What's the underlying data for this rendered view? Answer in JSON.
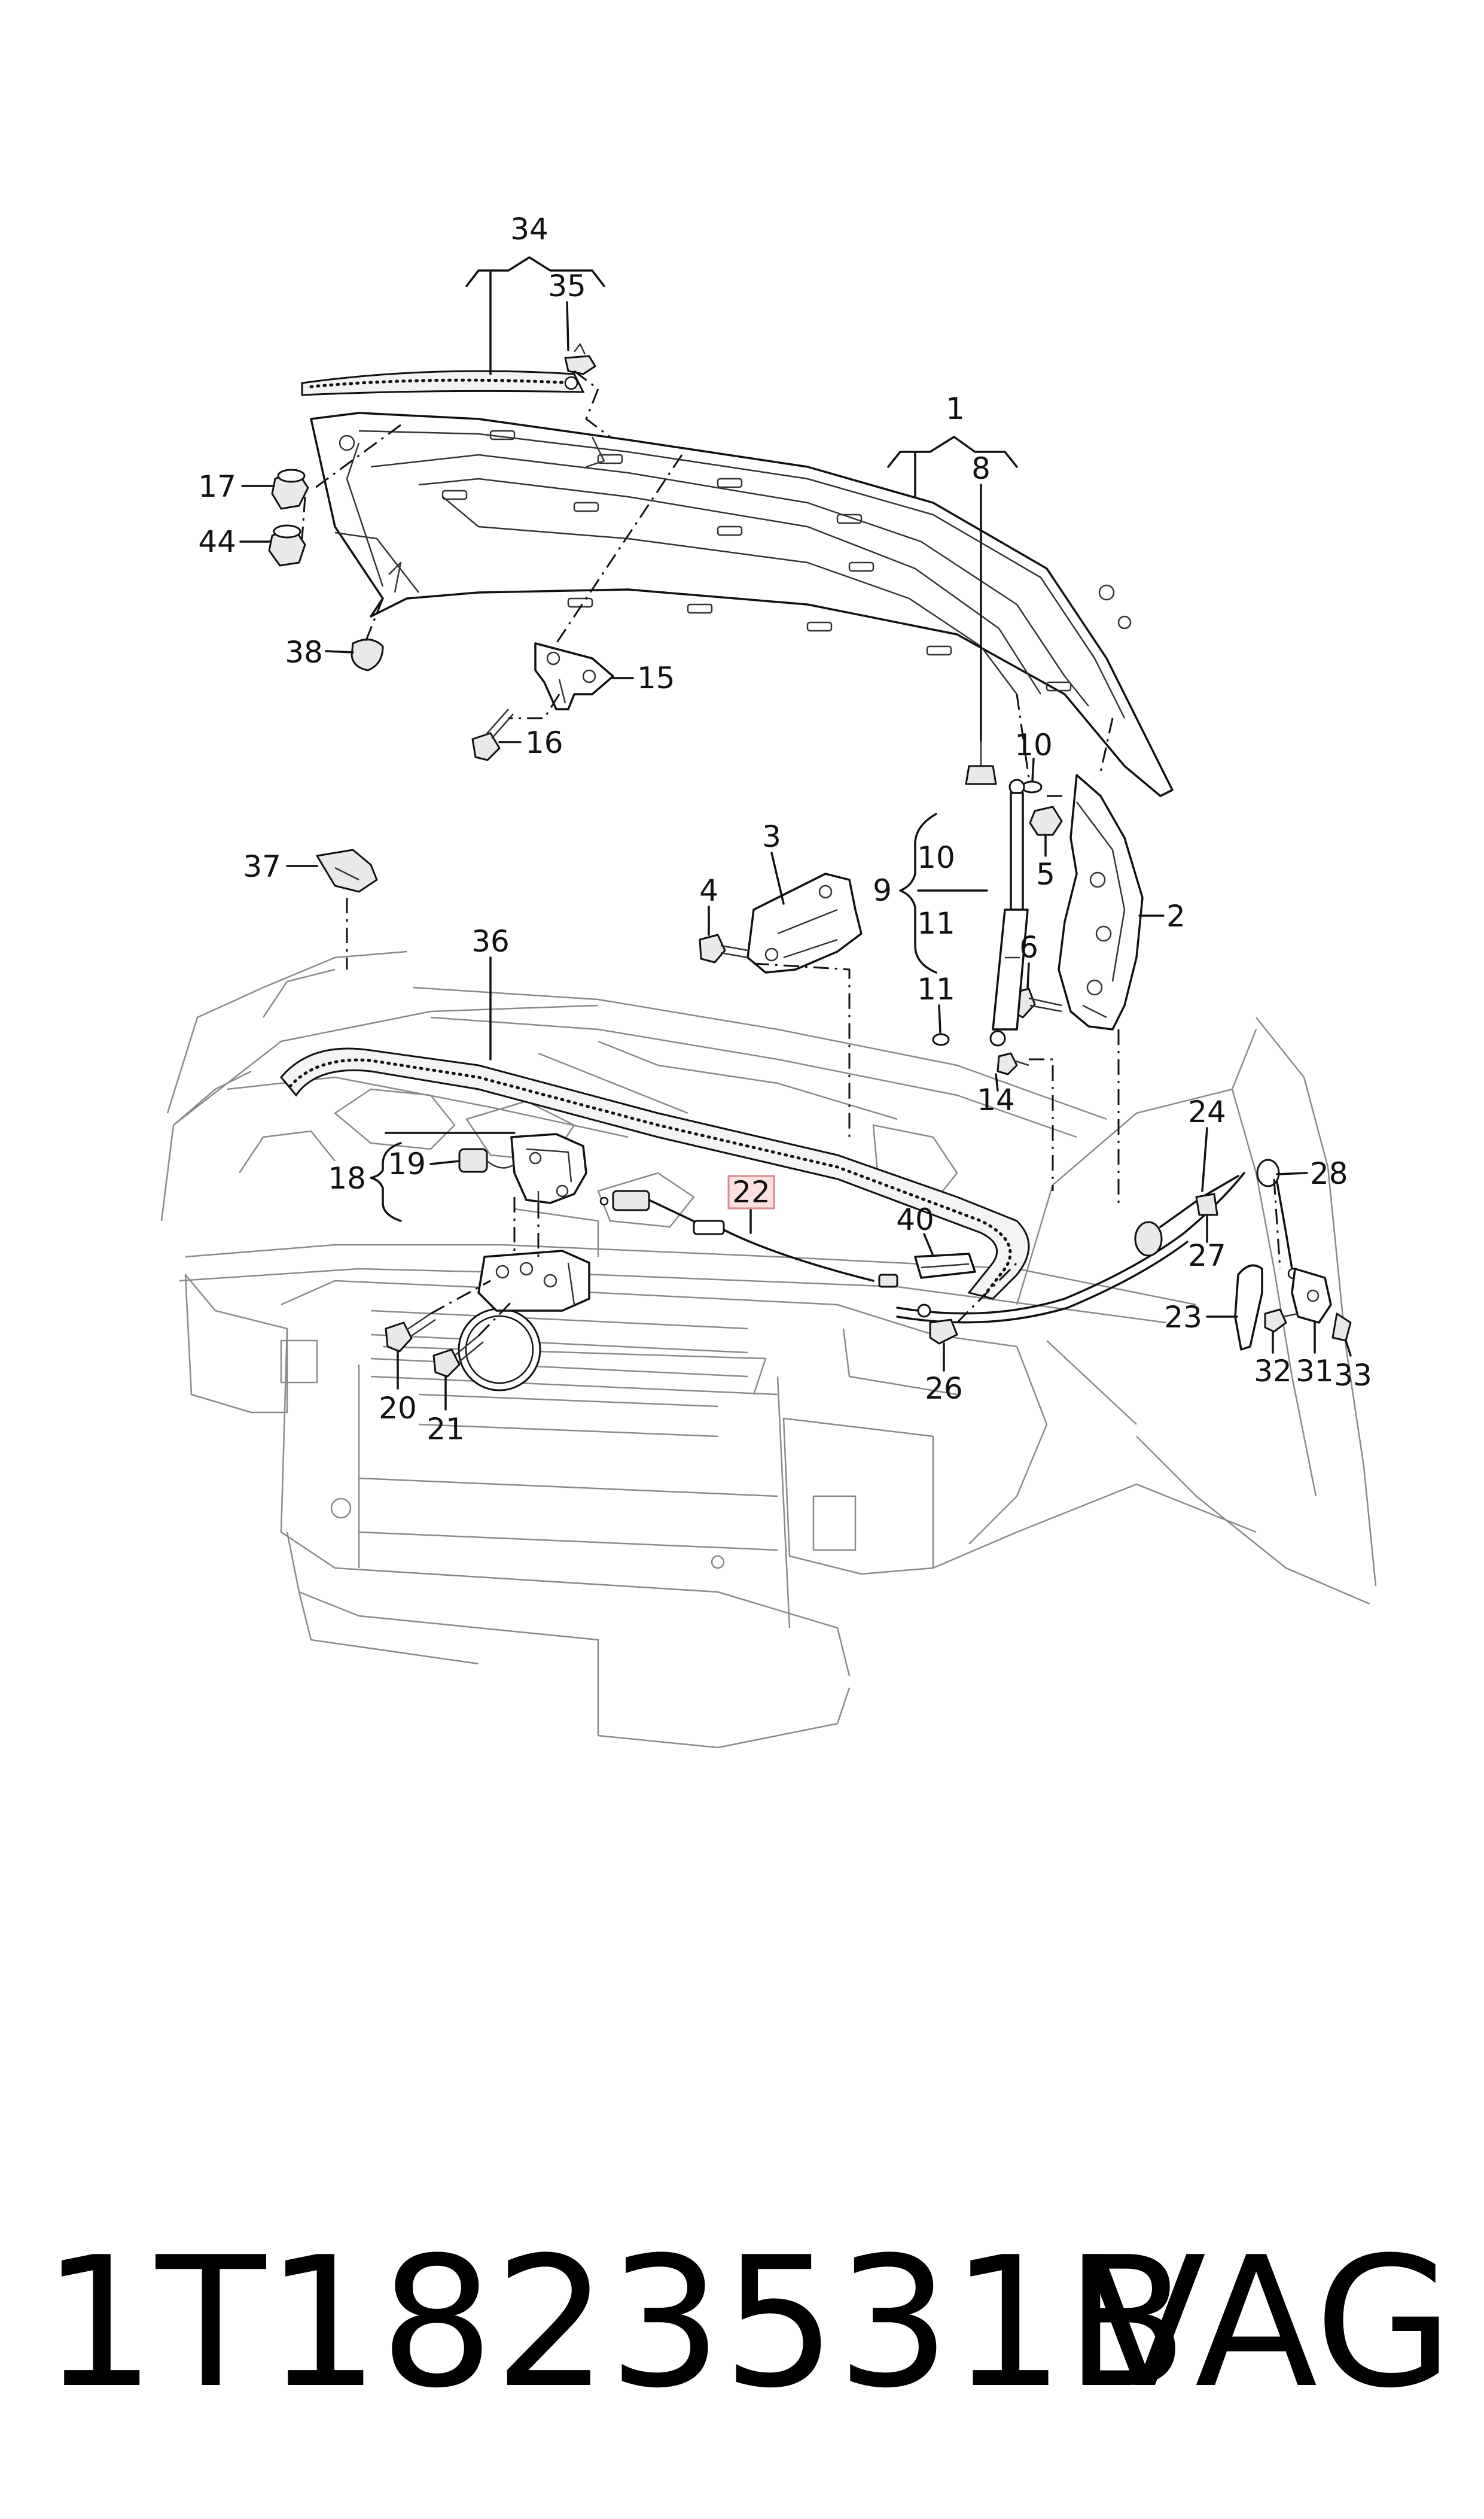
{
  "callouts": [
    {
      "id": "34",
      "label": "34"
    },
    {
      "id": "35",
      "label": "35"
    },
    {
      "id": "1",
      "label": "1"
    },
    {
      "id": "8",
      "label": "8"
    },
    {
      "id": "17",
      "label": "17"
    },
    {
      "id": "44",
      "label": "44"
    },
    {
      "id": "38",
      "label": "38"
    },
    {
      "id": "15",
      "label": "15"
    },
    {
      "id": "16",
      "label": "16"
    },
    {
      "id": "10a",
      "label": "10"
    },
    {
      "id": "5",
      "label": "5"
    },
    {
      "id": "2",
      "label": "2"
    },
    {
      "id": "37",
      "label": "37"
    },
    {
      "id": "3",
      "label": "3"
    },
    {
      "id": "4",
      "label": "4"
    },
    {
      "id": "9",
      "label": "9"
    },
    {
      "id": "10b",
      "label": "10"
    },
    {
      "id": "11a",
      "label": "11"
    },
    {
      "id": "11b",
      "label": "11"
    },
    {
      "id": "6",
      "label": "6"
    },
    {
      "id": "36",
      "label": "36"
    },
    {
      "id": "14",
      "label": "14"
    },
    {
      "id": "24",
      "label": "24"
    },
    {
      "id": "28",
      "label": "28"
    },
    {
      "id": "18",
      "label": "18"
    },
    {
      "id": "19",
      "label": "19"
    },
    {
      "id": "22",
      "label": "22",
      "highlight": true
    },
    {
      "id": "40",
      "label": "40"
    },
    {
      "id": "27",
      "label": "27"
    },
    {
      "id": "23",
      "label": "23"
    },
    {
      "id": "32",
      "label": "32"
    },
    {
      "id": "31",
      "label": "31"
    },
    {
      "id": "33",
      "label": "33"
    },
    {
      "id": "26",
      "label": "26"
    },
    {
      "id": "20",
      "label": "20"
    },
    {
      "id": "21",
      "label": "21"
    }
  ],
  "footer": {
    "part_number": "1T1823531B",
    "brand": "VAG"
  },
  "colors": {
    "line": "#111111",
    "highlight_fill": "#fde0e0",
    "highlight_stroke": "#d98a8a"
  }
}
